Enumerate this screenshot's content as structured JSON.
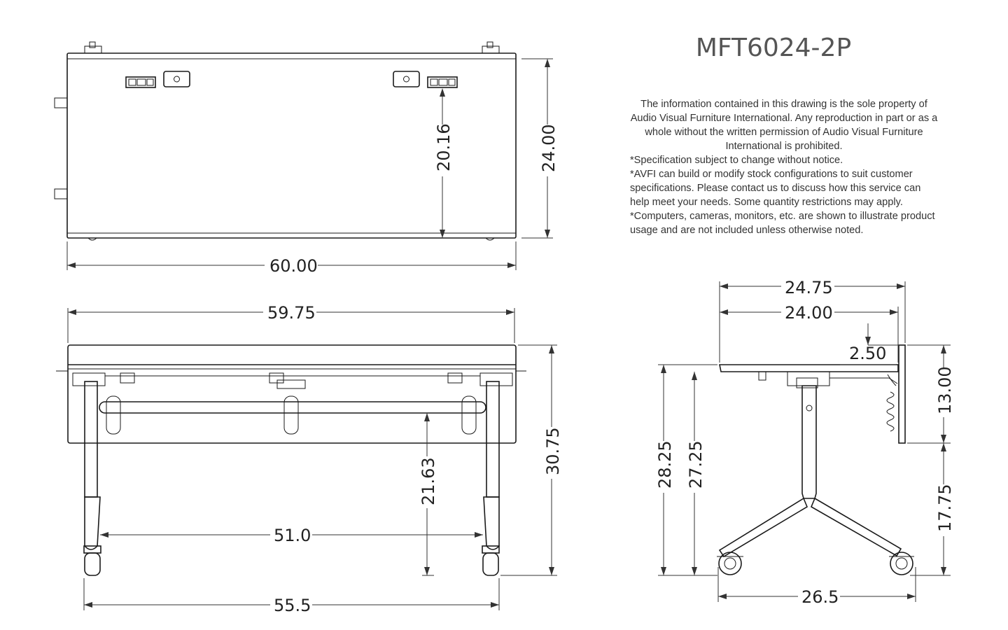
{
  "title": "MFT6024-2P",
  "notes": {
    "property": "The information contained in this drawing is the sole property of Audio Visual Furniture International. Any reproduction in part or as a whole without the written permission of Audio Visual Furniture International is prohibited.",
    "lines": [
      "*Specification subject to change without notice.",
      "*AVFI can build or modify stock configurations to suit customer specifications. Please contact us to discuss how this service can help meet your needs. Some quantity restrictions may apply.",
      "*Computers, cameras, monitors, etc. are shown to illustrate product usage and are not included unless otherwise noted."
    ]
  },
  "dimensions": {
    "top_width": "60.00",
    "top_depth": "24.00",
    "top_inset": "20.16",
    "front_top_width": "59.75",
    "front_overall_height": "30.75",
    "front_bar_height": "21.63",
    "front_inner_width": "51.0",
    "front_base_width": "55.5",
    "side_depth_overall": "24.75",
    "side_depth_top": "24.00",
    "side_panel_offset": "2.50",
    "side_panel_height": "13.00",
    "side_panel_bottom": "17.75",
    "side_top_height": "28.25",
    "side_top_height_inner": "27.25",
    "side_base_width": "26.5"
  }
}
